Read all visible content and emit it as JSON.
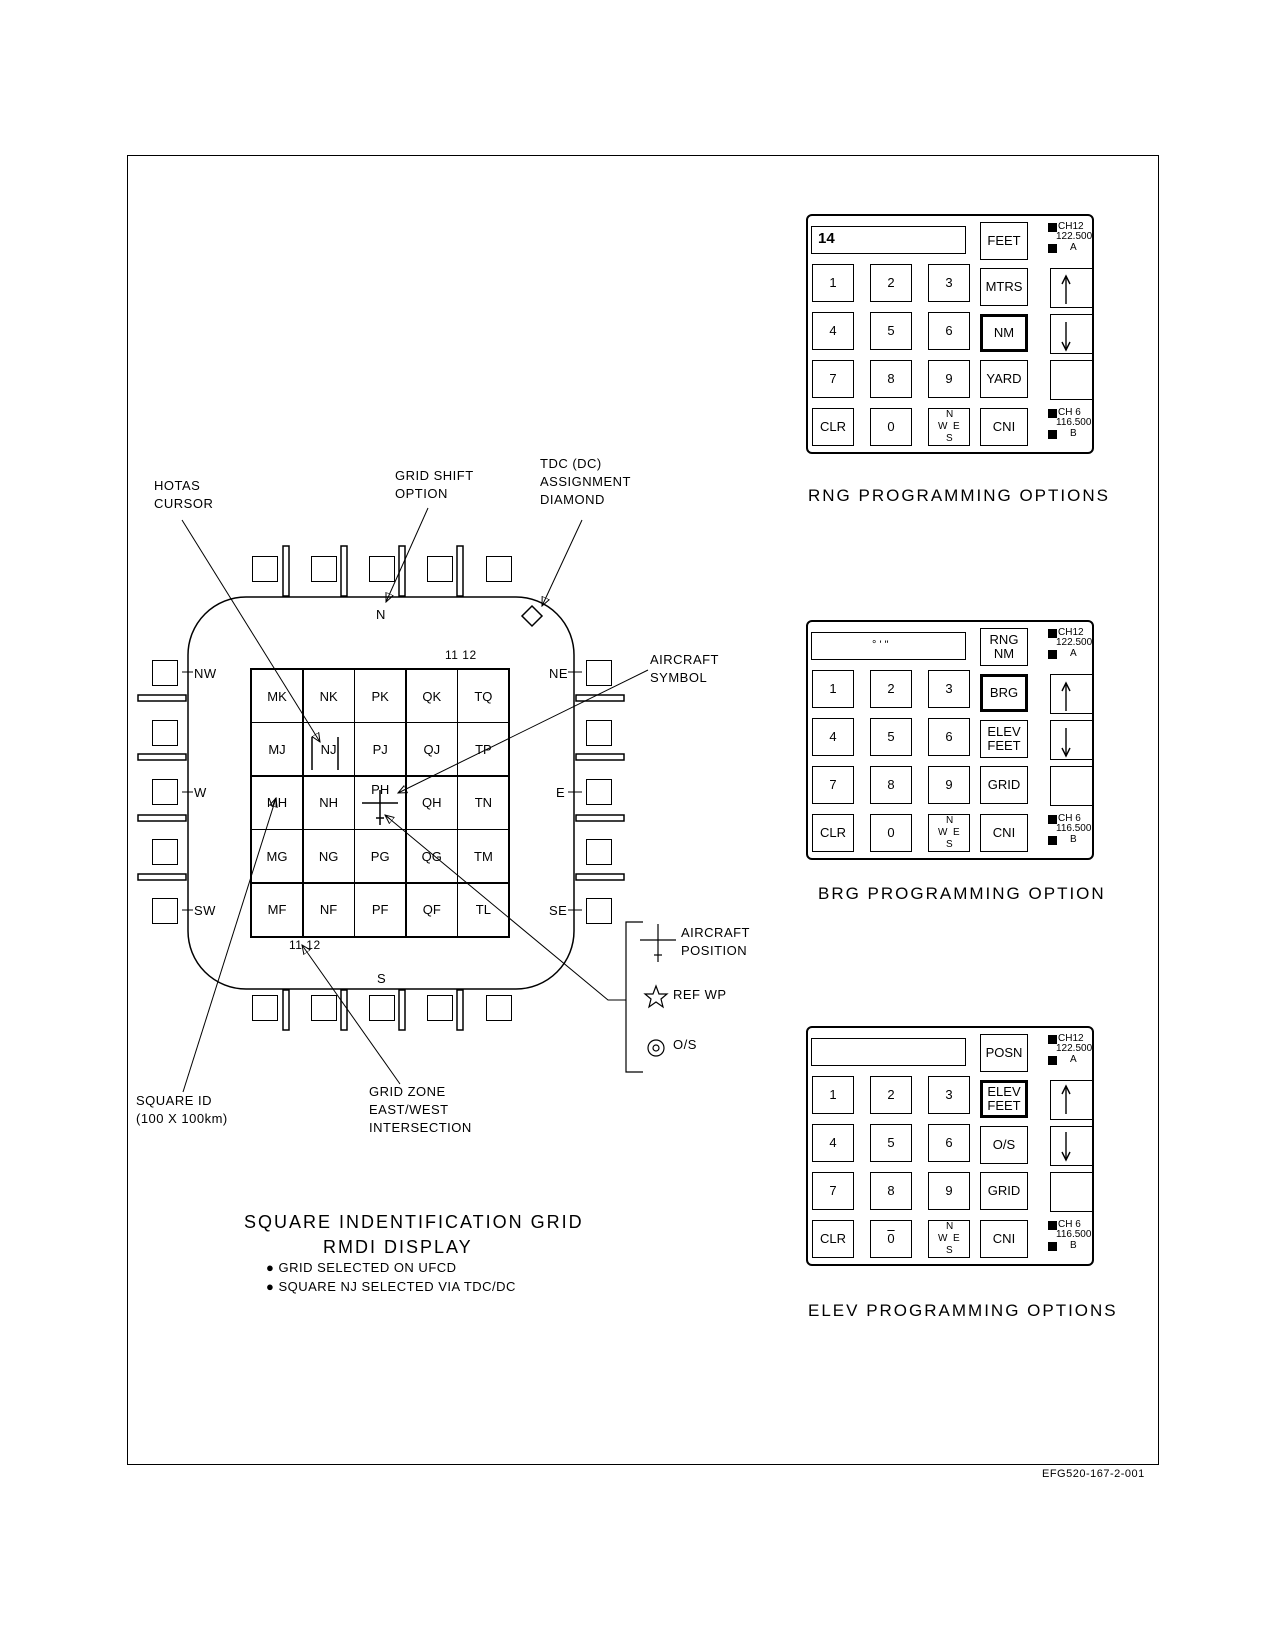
{
  "callouts": {
    "hotas_cursor": [
      "HOTAS",
      "CURSOR"
    ],
    "grid_shift_option": [
      "GRID SHIFT",
      "OPTION"
    ],
    "tdc_assignment": [
      "TDC (DC)",
      "ASSIGNMENT",
      "DIAMOND"
    ],
    "aircraft_symbol": [
      "AIRCRAFT",
      "SYMBOL"
    ],
    "square_id": [
      "SQUARE ID",
      "(100 X 100km)"
    ],
    "grid_zone": [
      "GRID ZONE",
      "EAST/WEST",
      "INTERSECTION"
    ]
  },
  "rmdi": {
    "compass": {
      "n": "N",
      "s": "S",
      "e": "E",
      "w": "W",
      "ne": "NE",
      "nw": "NW",
      "se": "SE",
      "sw": "SW"
    },
    "zone_top": "11 12",
    "zone_bottom": "11 12",
    "grid_rows": [
      [
        "MK",
        "NK",
        "PK",
        "QK",
        "TQ"
      ],
      [
        "MJ",
        "NJ",
        "PJ",
        "QJ",
        "TP"
      ],
      [
        "MH",
        "NH",
        "PH",
        "QH",
        "TN"
      ],
      [
        "MG",
        "NG",
        "PG",
        "QG",
        "TM"
      ],
      [
        "MF",
        "NF",
        "PF",
        "QF",
        "TL"
      ]
    ],
    "selected_square": "NJ"
  },
  "legend": {
    "aircraft_position": [
      "AIRCRAFT",
      "POSITION"
    ],
    "ref_wp": "REF WP",
    "os": "O/S"
  },
  "main_title": [
    "SQUARE INDENTIFICATION GRID",
    "RMDI DISPLAY"
  ],
  "bullets": [
    "GRID SELECTED ON UFCD",
    "SQUARE NJ SELECTED VIA TDC/DC"
  ],
  "comm": {
    "top": {
      "ch": "CH12",
      "freq": "122.500",
      "id": "A"
    },
    "bottom": {
      "ch": "CH 6",
      "freq": "116.500",
      "id": "B"
    }
  },
  "keypad": {
    "k1": "1",
    "k2": "2",
    "k3": "3",
    "k4": "4",
    "k5": "5",
    "k6": "6",
    "k7": "7",
    "k8": "8",
    "k9": "9",
    "clr": "CLR",
    "k0": "0",
    "n": "N",
    "w": "W",
    "e": "E",
    "s": "S"
  },
  "panels": {
    "rng": {
      "scratchpad": "14",
      "options": [
        "FEET",
        "MTRS",
        "NM",
        "YARD"
      ],
      "selected": "NM",
      "cni": "CNI",
      "title": "RNG PROGRAMMING OPTIONS"
    },
    "brg": {
      "scratchpad": "°      '      \"",
      "options": [
        "RNG\nNM",
        "BRG",
        "ELEV\nFEET",
        "GRID"
      ],
      "selected": "BRG",
      "cni": "CNI",
      "title": "BRG PROGRAMMING OPTION"
    },
    "elev": {
      "scratchpad": "",
      "options": [
        "POSN",
        "ELEV\nFEET",
        "O/S",
        "GRID"
      ],
      "selected": "ELEV\nFEET",
      "cni": "CNI",
      "title": "ELEV PROGRAMMING OPTIONS"
    }
  },
  "figure_id": "EFG520-167-2-001"
}
